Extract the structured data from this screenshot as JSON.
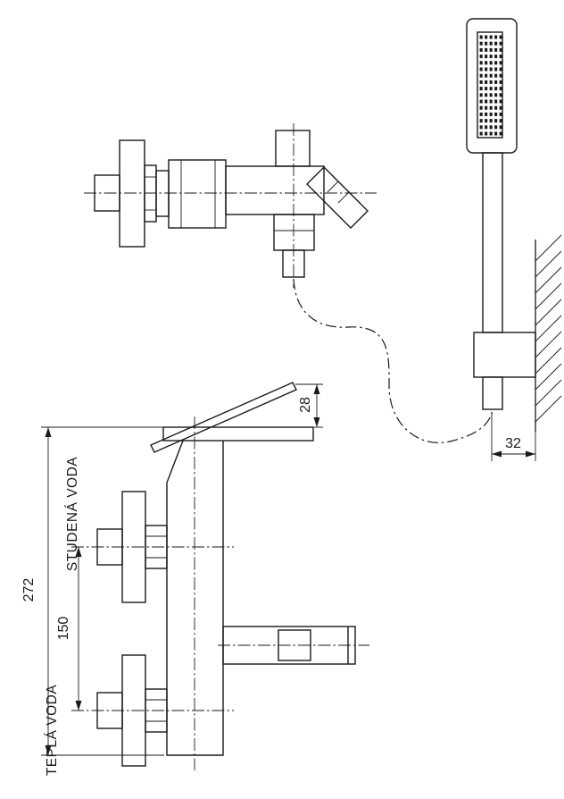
{
  "dimensions": {
    "spout_drop": "28",
    "overall_height": "272",
    "valve_spacing": "150",
    "wall_clearance": "32"
  },
  "labels": {
    "cold_water": "STUDENÁ VODA",
    "hot_water": "TEPLÁ VODA"
  },
  "colors": {
    "line": "#1a1a1a",
    "background": "#ffffff"
  },
  "spray_grid": {
    "cols": 5,
    "rows": 16
  }
}
